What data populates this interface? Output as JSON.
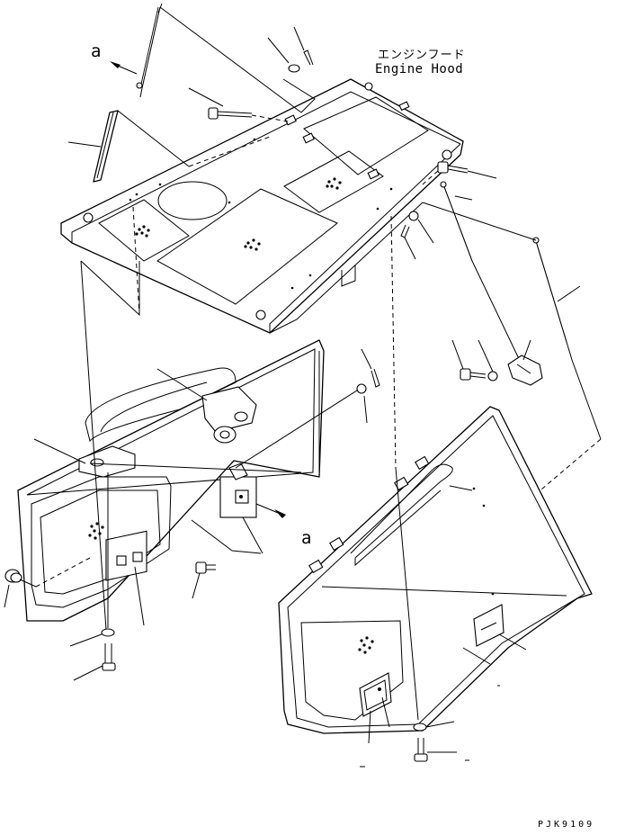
{
  "drawing": {
    "title_japanese": "エンジンフード",
    "title_english": "Engine Hood",
    "view_reference_top": "a",
    "view_reference_bottom": "a",
    "drawing_code": "PJK9109"
  }
}
